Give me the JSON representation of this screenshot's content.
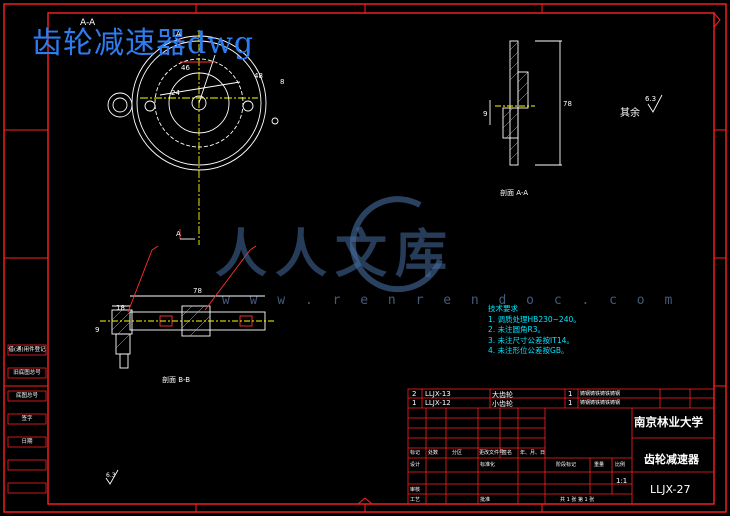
{
  "overlay_title": "齿轮减速器dwg",
  "watermark": {
    "text": "人人文库",
    "url": "w w w . r e n r e n d o c . c o m"
  },
  "views": {
    "top_view_label": "A-A      ",
    "section_aa_label": "剖面 A-A",
    "section_bb_label": "剖面 B-B",
    "rest_label": "其余",
    "rest_roughness": "6.3"
  },
  "dimensions": {
    "d46": "46",
    "d24": "24",
    "d48": "48",
    "d8": "8",
    "sec_78": "78",
    "bb_78": "78",
    "bb_18": "18",
    "bb_9": "9",
    "aa_9": "9",
    "roughness_bottom": "6.3",
    "label_a_top": "A",
    "label_a_bottom": "A"
  },
  "tech_notes": {
    "title": "技术要求",
    "items": [
      "1. 调质处理HB230~240。",
      "2. 未注圆角R3。",
      "3. 未注尺寸公差按IT14。",
      "4. 未注形位公差按GB。"
    ]
  },
  "parts_list": [
    {
      "no": "2",
      "code": "LLJX-13",
      "name": "大齿轮",
      "qty": "1",
      "material": "铸钢铸铁铸铁铸钢"
    },
    {
      "no": "1",
      "code": "LLJX-12",
      "name": "小齿轮",
      "qty": "1",
      "material": "铸钢铸铁铸铁铸钢"
    }
  ],
  "title_block": {
    "school": "南京林业大学",
    "drawing_name": "齿轮减速器",
    "drawing_no": "LLJX-27",
    "scale": "1:1",
    "labels": [
      "标记",
      "处数",
      "分区",
      "更改文件号",
      "签名",
      "年、月、日"
    ],
    "row2_labels": [
      "设计",
      "标准化",
      "阶段标记",
      "重量",
      "比例"
    ],
    "row3_labels": [
      "审核",
      "工艺",
      "批准"
    ],
    "sheet_text": "共 1 张  第 1 张"
  },
  "side_labels": [
    "借(通)用件登记",
    "旧底图总号",
    "底图总号",
    "签字",
    "日期"
  ]
}
